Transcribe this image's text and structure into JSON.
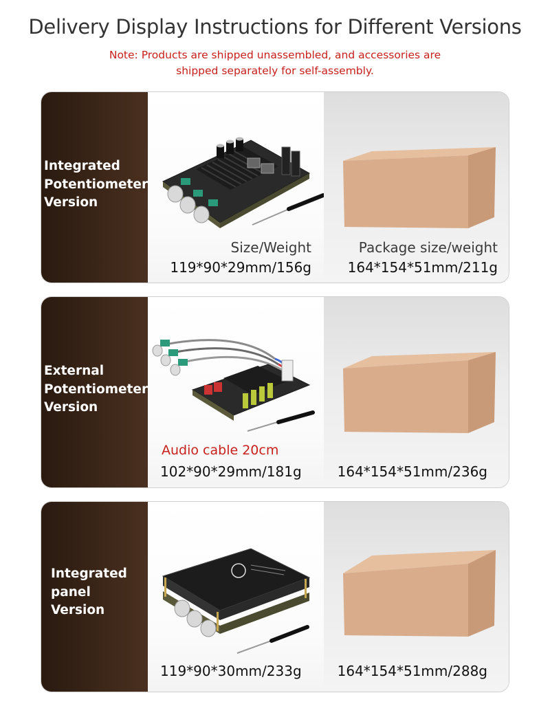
{
  "page": {
    "title": "Delivery Display Instructions for Different Versions",
    "note_line1": "Note: Products are shipped unassembled, and accessories are",
    "note_line2": "shipped separately for self-assembly."
  },
  "versions": [
    {
      "label": "Integrated\nPotentiometer\nVersion",
      "size_weight_label": "Size/Weight",
      "size_weight": "119*90*29mm/156g",
      "package_label": "Package size/weight",
      "package": "164*154*51mm/211g"
    },
    {
      "label": "External\nPotentiometer\nVersion",
      "audio_cable": "Audio cable 20cm",
      "size_weight": "102*90*29mm/181g",
      "package": "164*154*51mm/236g"
    },
    {
      "label": "Integrated\npanel\nVersion",
      "size_weight": "119*90*30mm/233g",
      "package": "164*154*51mm/288g"
    }
  ],
  "colors": {
    "note_red": "#c8201c",
    "label_panel": "#3b2618",
    "box_front": "#d9ad8c",
    "box_side": "#c99a78",
    "box_top": "#e6bf9f"
  }
}
